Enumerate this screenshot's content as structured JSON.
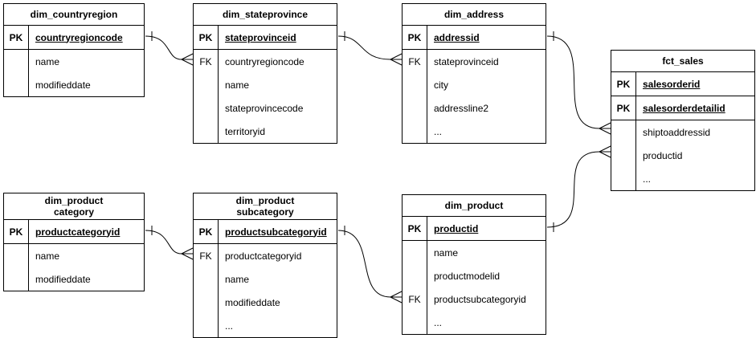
{
  "colors": {
    "border": "#000000",
    "background": "#ffffff",
    "text": "#000000"
  },
  "tables": {
    "countryregion": {
      "title": "dim_countryregion",
      "rows": [
        {
          "key": "PK",
          "field": "countryregioncode"
        },
        {
          "key": "",
          "field": "name"
        },
        {
          "key": "",
          "field": "modifieddate"
        }
      ]
    },
    "stateprovince": {
      "title": "dim_stateprovince",
      "rows": [
        {
          "key": "PK",
          "field": "stateprovinceid"
        },
        {
          "key": "FK",
          "field": "countryregioncode"
        },
        {
          "key": "",
          "field": "name"
        },
        {
          "key": "",
          "field": "stateprovincecode"
        },
        {
          "key": "",
          "field": "territoryid"
        }
      ]
    },
    "address": {
      "title": "dim_address",
      "rows": [
        {
          "key": "PK",
          "field": "addressid"
        },
        {
          "key": "FK",
          "field": "stateprovinceid"
        },
        {
          "key": "",
          "field": "city"
        },
        {
          "key": "",
          "field": "addressline2"
        },
        {
          "key": "",
          "field": "..."
        }
      ]
    },
    "fct_sales": {
      "title": "fct_sales",
      "rows": [
        {
          "key": "PK",
          "field": "salesorderid"
        },
        {
          "key": "PK",
          "field": "salesorderdetailid"
        },
        {
          "key": "",
          "field": "shiptoaddressid"
        },
        {
          "key": "",
          "field": "productid"
        },
        {
          "key": "",
          "field": "..."
        }
      ]
    },
    "product_category": {
      "title": "dim_product\ncategory",
      "rows": [
        {
          "key": "PK",
          "field": "productcategoryid"
        },
        {
          "key": "",
          "field": "name"
        },
        {
          "key": "",
          "field": "modifieddate"
        }
      ]
    },
    "product_subcategory": {
      "title": "dim_product\nsubcategory",
      "rows": [
        {
          "key": "PK",
          "field": "productsubcategoryid"
        },
        {
          "key": "FK",
          "field": "productcategoryid"
        },
        {
          "key": "",
          "field": "name"
        },
        {
          "key": "",
          "field": "modifieddate"
        },
        {
          "key": "",
          "field": "..."
        }
      ]
    },
    "product": {
      "title": "dim_product",
      "rows": [
        {
          "key": "PK",
          "field": "productid"
        },
        {
          "key": "",
          "field": "name"
        },
        {
          "key": "",
          "field": "productmodelid"
        },
        {
          "key": "FK",
          "field": "productsubcategoryid"
        },
        {
          "key": "",
          "field": "..."
        }
      ]
    }
  },
  "relationships": [
    {
      "from_table": "dim_countryregion",
      "from_column": "countryregioncode",
      "to_table": "dim_stateprovince",
      "to_column": "countryregioncode",
      "cardinality": "one-to-many"
    },
    {
      "from_table": "dim_stateprovince",
      "from_column": "stateprovinceid",
      "to_table": "dim_address",
      "to_column": "stateprovinceid",
      "cardinality": "one-to-many"
    },
    {
      "from_table": "dim_address",
      "from_column": "addressid",
      "to_table": "fct_sales",
      "to_column": "shiptoaddressid",
      "cardinality": "one-to-many"
    },
    {
      "from_table": "dim_product",
      "from_column": "productid",
      "to_table": "fct_sales",
      "to_column": "productid",
      "cardinality": "one-to-many"
    },
    {
      "from_table": "dim_product category",
      "from_column": "productcategoryid",
      "to_table": "dim_product subcategory",
      "to_column": "productcategoryid",
      "cardinality": "one-to-many"
    },
    {
      "from_table": "dim_product subcategory",
      "from_column": "productsubcategoryid",
      "to_table": "dim_product",
      "to_column": "productsubcategoryid",
      "cardinality": "one-to-many"
    }
  ]
}
